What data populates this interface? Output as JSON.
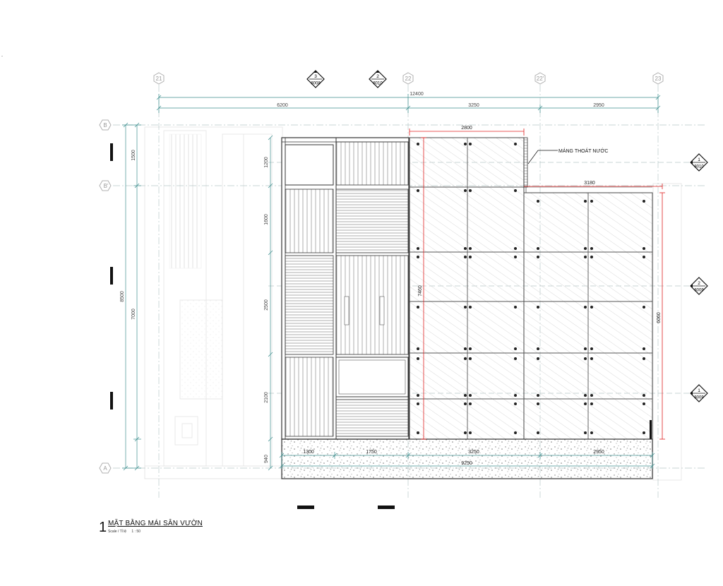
{
  "grid": {
    "columns": [
      "21",
      "22",
      "22'",
      "23"
    ],
    "rows": [
      "B",
      "B'",
      "A"
    ]
  },
  "section_markers": [
    {
      "num": "3",
      "ref": "8008"
    },
    {
      "num": "2",
      "ref": "8010"
    },
    {
      "num": "1",
      "ref": "8010"
    },
    {
      "num": "2",
      "ref": "8009"
    },
    {
      "num": "1",
      "ref": "8009"
    }
  ],
  "dimensions": {
    "top_total": "12400",
    "top_segments": [
      "6200",
      "3250",
      "2950"
    ],
    "left_outer": [
      "1500",
      "8500",
      "7000",
      "940"
    ],
    "left_inner": [
      "1200",
      "1600",
      "2500",
      "2100"
    ],
    "bottom_segments": [
      "1300",
      "1750",
      "3250",
      "2950"
    ],
    "bottom_total": "9250",
    "red_dims": [
      "2800",
      "3180",
      "7460",
      "6060"
    ]
  },
  "annotation": "MÁNG THOÁT NƯỚC",
  "title": {
    "number": "1",
    "main": "MẶT BẰNG MÁI SÂN VƯỜN",
    "scale_label": "Scale / Tỉ lệ",
    "scale_value": "1 : 50"
  },
  "colors": {
    "grid": "#6fb3b3",
    "dimension": "#3f8f8f",
    "red_dimension": "#e02020",
    "line": "#4a4a4a",
    "faint": "#c8c8c8"
  }
}
